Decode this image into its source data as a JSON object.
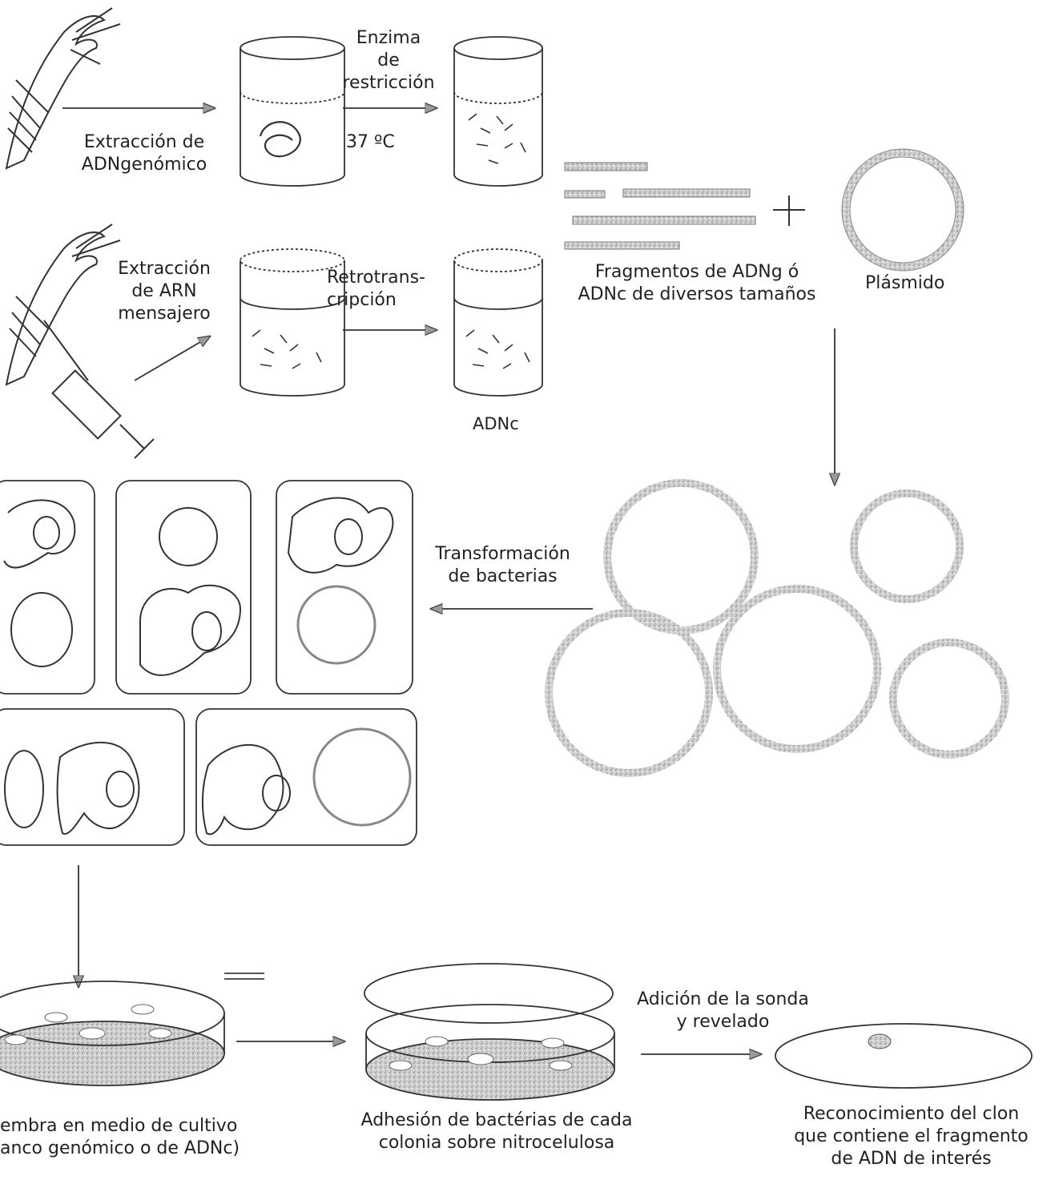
{
  "row1": {
    "extract_label": [
      "Extracción de",
      "ADNgenómico"
    ],
    "enzyme_label": [
      "Enzima",
      "de",
      "restricción"
    ],
    "temp_label": "37 ºC"
  },
  "row2": {
    "extract_label": [
      "Extracción",
      "de ARN",
      "mensajero"
    ],
    "retro_label": [
      "Retrotrans-",
      "cripción"
    ],
    "cdna_label": "ADNc"
  },
  "fragments_label": [
    "Fragmentos de ADNg ó",
    "ADNc de diversos tamaños"
  ],
  "plasmid_label": "Plásmido",
  "transform_label": [
    "Transformación",
    "de bacterias"
  ],
  "bottom": {
    "sow_label": [
      "embra en medio de cultivo",
      "anco genómico o de ADNc)"
    ],
    "adhesion_label": [
      "Adhesión de bactérias de cada",
      "colonia sobre nitrocelulosa"
    ],
    "probe_label": [
      "Adición de la sonda",
      "y revelado"
    ],
    "recognition_label": [
      "Reconocimiento del clon",
      "que contiene el fragmento",
      "de ADN de interés"
    ]
  },
  "colors": {
    "ink": "#333333",
    "gray": "#9a9a9a",
    "arrowhead": "#999999"
  }
}
